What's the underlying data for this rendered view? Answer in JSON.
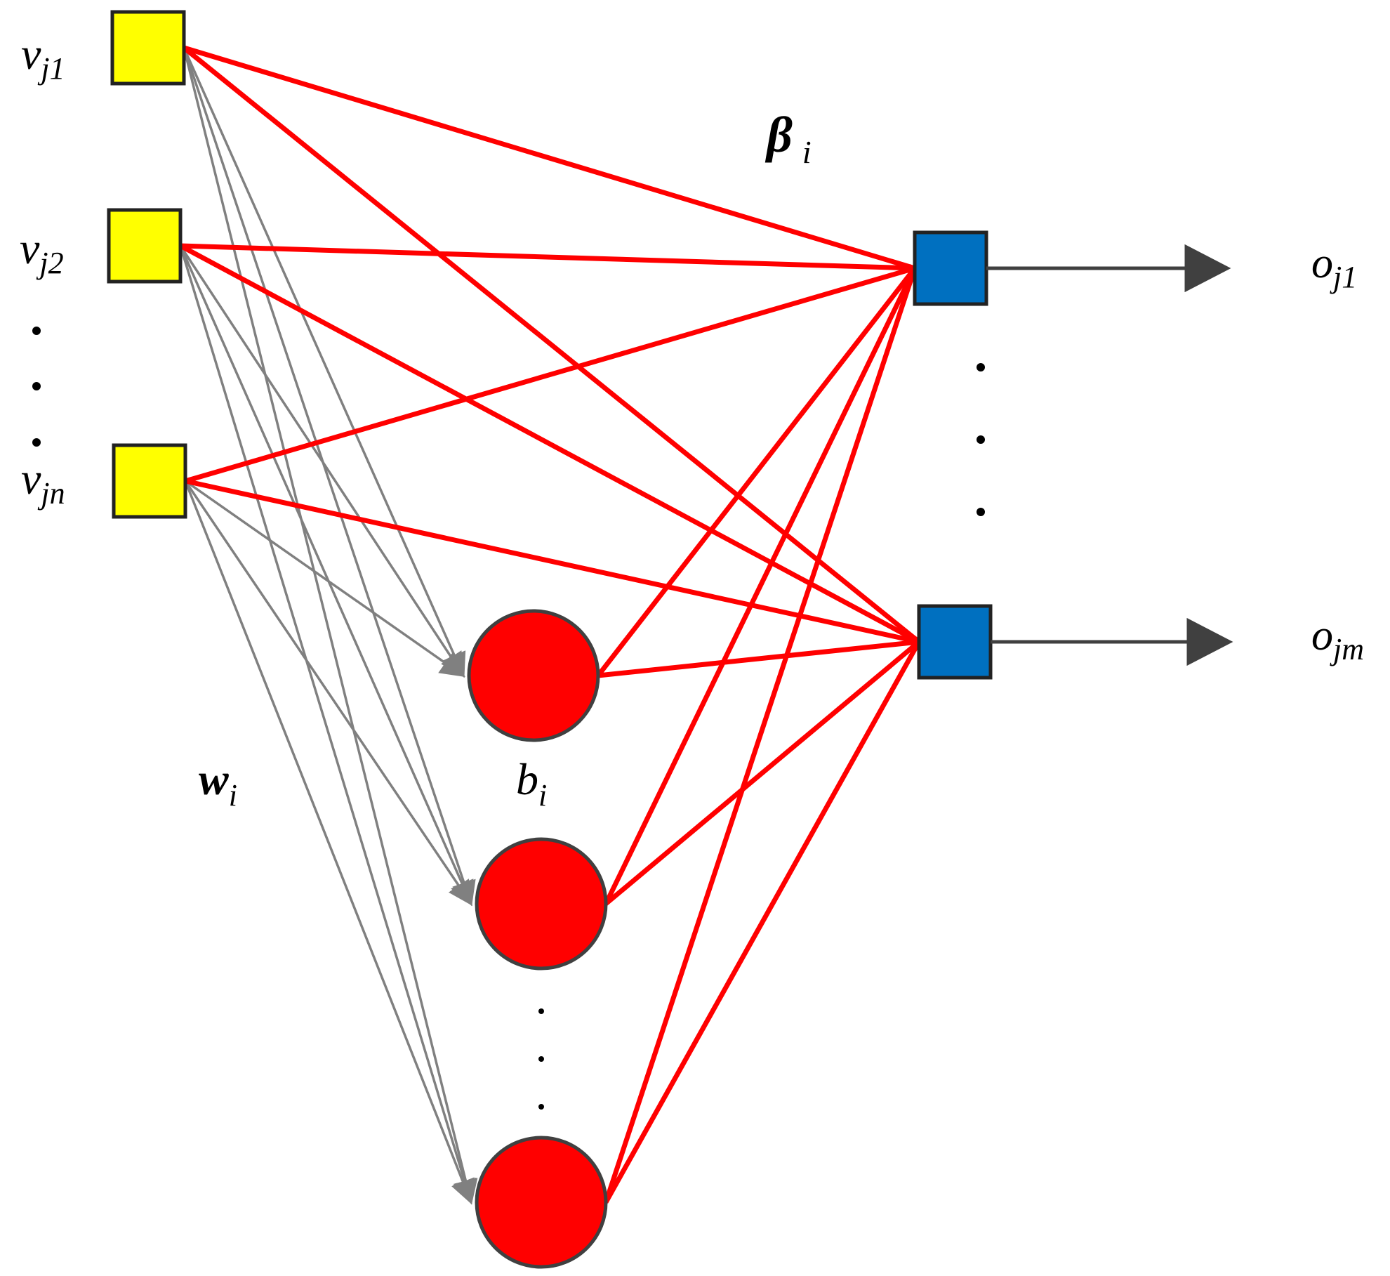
{
  "colors": {
    "input_node": "#ffff00",
    "hidden_node": "#ff0000",
    "output_node": "#0070c0",
    "weight_edge_input": "#808080",
    "weight_edge_output": "#ff0000",
    "output_arrow": "#404040"
  },
  "labels": {
    "inputs": [
      {
        "base": "v",
        "sub": "j1"
      },
      {
        "base": "v",
        "sub": "j2"
      },
      {
        "base": "v",
        "sub": "jn"
      }
    ],
    "outputs": [
      {
        "base": "o",
        "sub": "j1"
      },
      {
        "base": "o",
        "sub": "jm"
      }
    ],
    "input_weight": {
      "base": "w",
      "sub": "i"
    },
    "hidden_bias": {
      "base": "b",
      "sub": "i"
    },
    "output_weight": {
      "base": "β",
      "sub": "i"
    }
  },
  "structure": {
    "input_nodes": 3,
    "hidden_nodes": 3,
    "output_nodes": 2,
    "ellipsis": "· · ·"
  }
}
